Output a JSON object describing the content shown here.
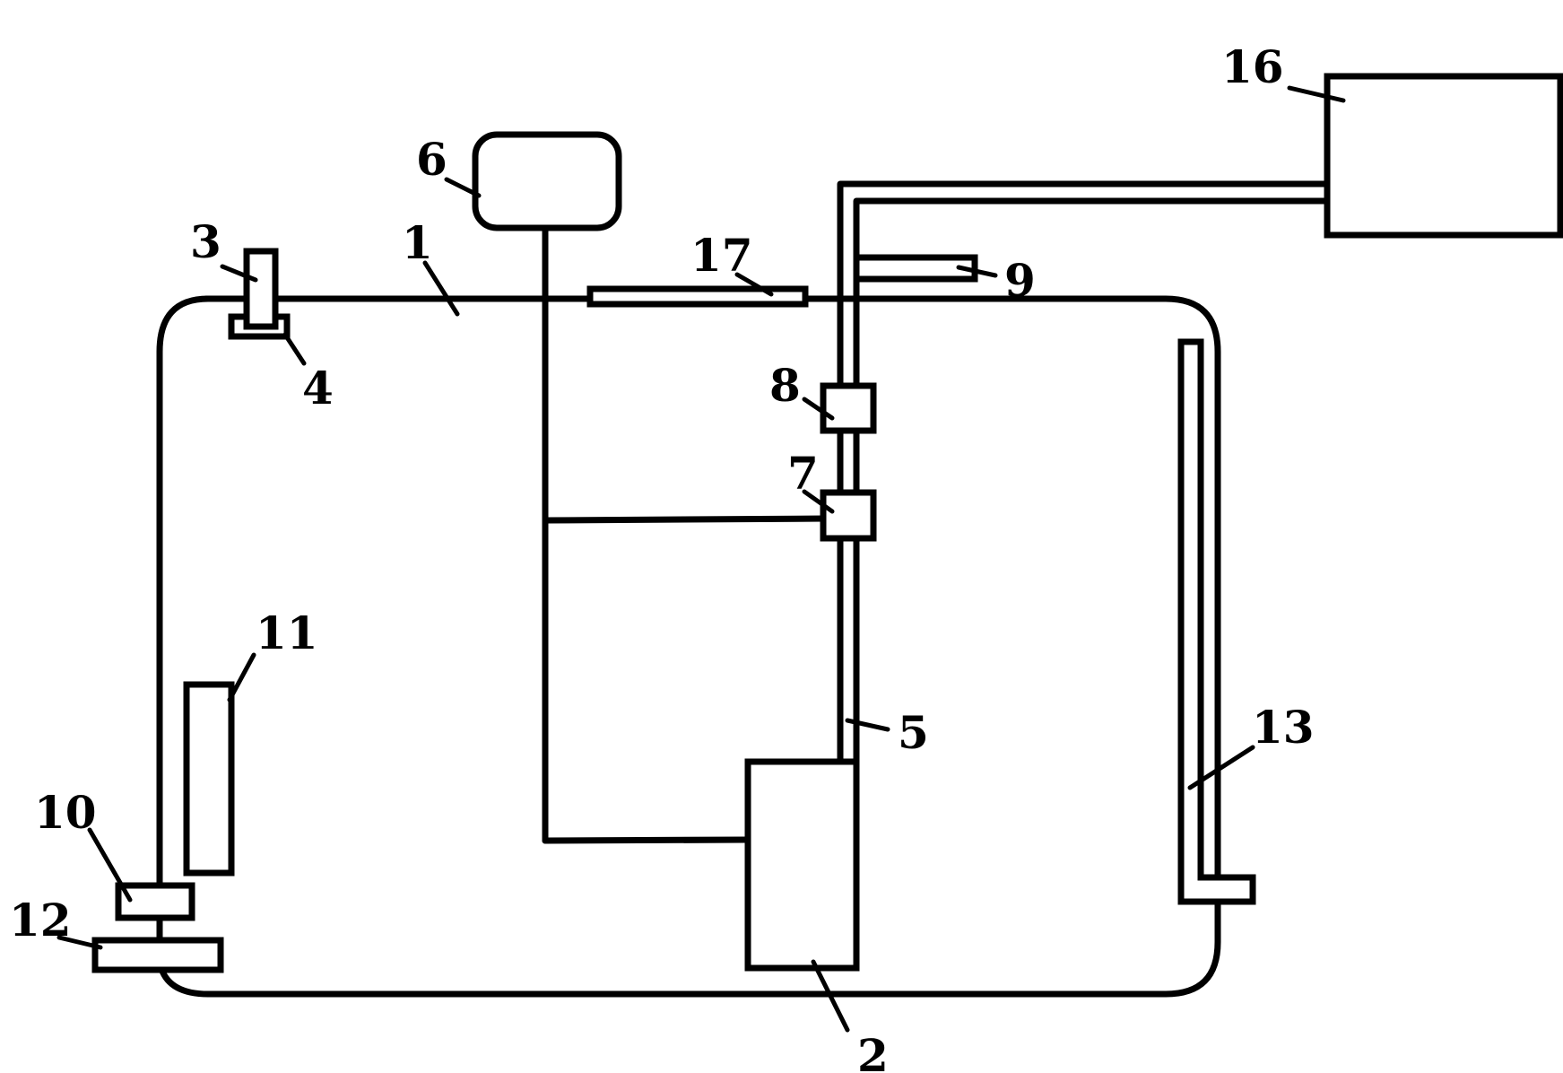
{
  "labels": {
    "l1": "1",
    "l2": "2",
    "l3": "3",
    "l4": "4",
    "l5": "5",
    "l6": "6",
    "l7": "7",
    "l8": "8",
    "l9": "9",
    "l10": "10",
    "l11": "11",
    "l12": "12",
    "l13": "13",
    "l16": "16",
    "l17": "17"
  }
}
